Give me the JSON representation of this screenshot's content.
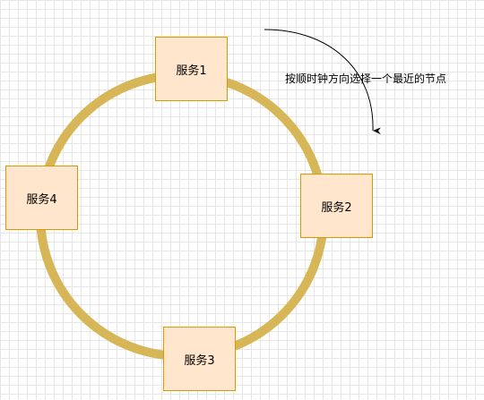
{
  "diagram": {
    "ring_color": "#d6b656",
    "node_fill": "#ffe6cc",
    "node_border": "#d79b00",
    "nodes": [
      {
        "label": "服务1"
      },
      {
        "label": "服务2"
      },
      {
        "label": "服务3"
      },
      {
        "label": "服务4"
      }
    ],
    "annotation": "按顺时钟方向选择一个最近的节点"
  }
}
